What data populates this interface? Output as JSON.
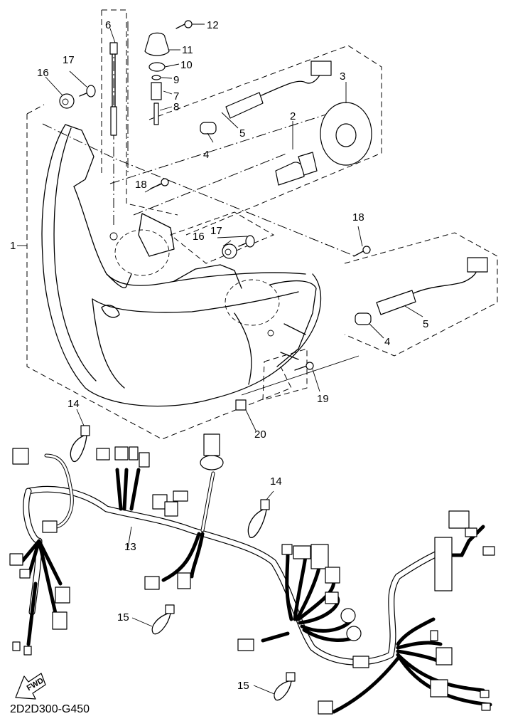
{
  "diagram": {
    "title": "Headlight / Wire harness exploded parts diagram",
    "code": "2D2D300-G450",
    "fwd_label": "FWD",
    "callouts": [
      {
        "num": "1",
        "part": "headlight-assembly"
      },
      {
        "num": "2",
        "part": "bulb"
      },
      {
        "num": "3",
        "part": "bulb-cover"
      },
      {
        "num": "4",
        "part": "auxiliary-bulb"
      },
      {
        "num": "5",
        "part": "bulb-socket-cord"
      },
      {
        "num": "6",
        "part": "adjusting-rod"
      },
      {
        "num": "7",
        "part": "adjuster-fitting"
      },
      {
        "num": "8",
        "part": "pin"
      },
      {
        "num": "9",
        "part": "o-ring"
      },
      {
        "num": "10",
        "part": "grommet"
      },
      {
        "num": "11",
        "part": "knob"
      },
      {
        "num": "12",
        "part": "screw"
      },
      {
        "num": "13",
        "part": "wire-harness"
      },
      {
        "num": "14",
        "part": "cable-band-clip"
      },
      {
        "num": "15",
        "part": "band"
      },
      {
        "num": "16",
        "part": "damper"
      },
      {
        "num": "17",
        "part": "collar-bolt"
      },
      {
        "num": "18",
        "part": "screw"
      },
      {
        "num": "19",
        "part": "bolt"
      },
      {
        "num": "20",
        "part": "nut"
      }
    ],
    "labels": {
      "c1": "1",
      "c2": "2",
      "c3": "3",
      "c4a": "4",
      "c4b": "4",
      "c5a": "5",
      "c5b": "5",
      "c6": "6",
      "c7": "7",
      "c8": "8",
      "c9": "9",
      "c10": "10",
      "c11": "11",
      "c12": "12",
      "c13": "13",
      "c14a": "14",
      "c14b": "14",
      "c15a": "15",
      "c15b": "15",
      "c16a": "16",
      "c16b": "16",
      "c17a": "17",
      "c17b": "17",
      "c18a": "18",
      "c18b": "18",
      "c19": "19",
      "c20": "20"
    }
  }
}
